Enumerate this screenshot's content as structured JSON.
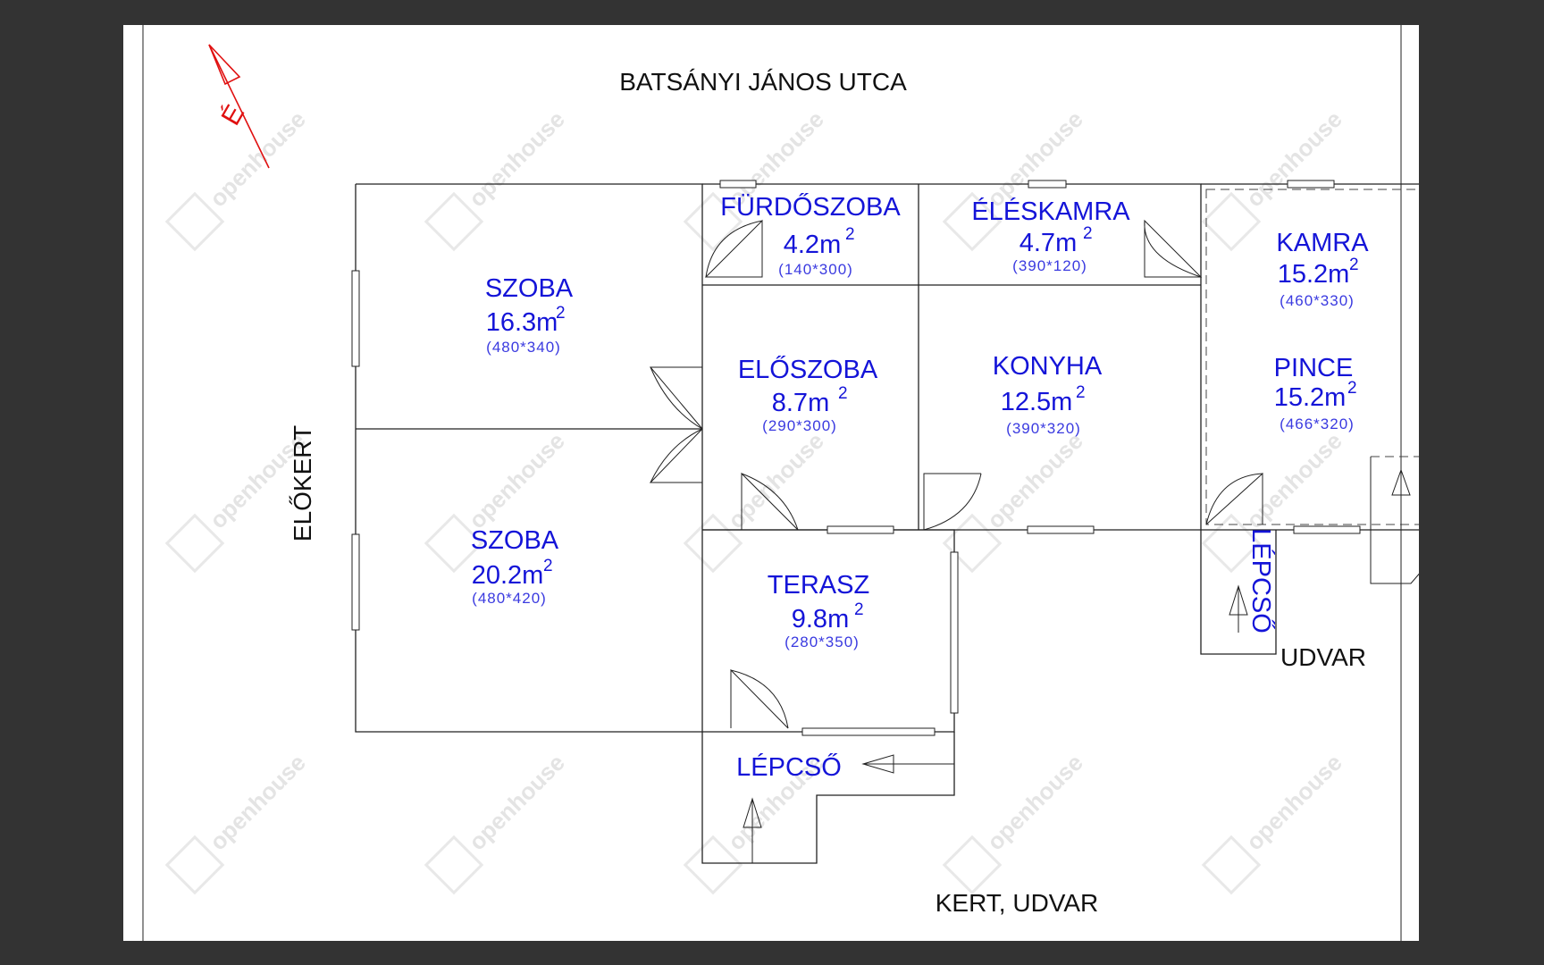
{
  "streets": {
    "top": "BATSÁNYI JÁNOS UTCA",
    "left": "ELŐKERT",
    "bottom": "KERT, UDVAR",
    "right": "UDVAR"
  },
  "north_label": "É",
  "watermark": "openhouse",
  "rooms": [
    {
      "id": "szoba1",
      "name": "SZOBA",
      "area": "16.3m",
      "sup": "2",
      "dims": "(480*340)"
    },
    {
      "id": "szoba2",
      "name": "SZOBA",
      "area": "20.2m",
      "sup": "2",
      "dims": "(480*420)"
    },
    {
      "id": "furdo",
      "name": "FÜRDŐSZOBA",
      "area": "4.2m",
      "sup": "2",
      "dims": "(140*300)"
    },
    {
      "id": "eles",
      "name": "ÉLÉSKAMRA",
      "area": "4.7m",
      "sup": "2",
      "dims": "(390*120)"
    },
    {
      "id": "kamra",
      "name": "KAMRA",
      "area": "15.2m",
      "sup": "2",
      "dims": "(460*330)"
    },
    {
      "id": "eloszoba",
      "name": "ELŐSZOBA",
      "area": "8.7m",
      "sup": "2",
      "dims": "(290*300)"
    },
    {
      "id": "konyha",
      "name": "KONYHA",
      "area": "12.5m",
      "sup": "2",
      "dims": "(390*320)"
    },
    {
      "id": "pince",
      "name": "PINCE",
      "area": "15.2m",
      "sup": "2",
      "dims": "(466*320)"
    },
    {
      "id": "terasz",
      "name": "TERASZ",
      "area": "9.8m",
      "sup": "2",
      "dims": "(280*350)"
    }
  ],
  "stairs": {
    "bottom_label": "LÉPCSŐ",
    "side_label": "LÉPCSŐ"
  },
  "colors": {
    "room_text": "#1414d8",
    "north_arrow": "#e01010",
    "background": "#333333",
    "sheet": "#ffffff"
  }
}
